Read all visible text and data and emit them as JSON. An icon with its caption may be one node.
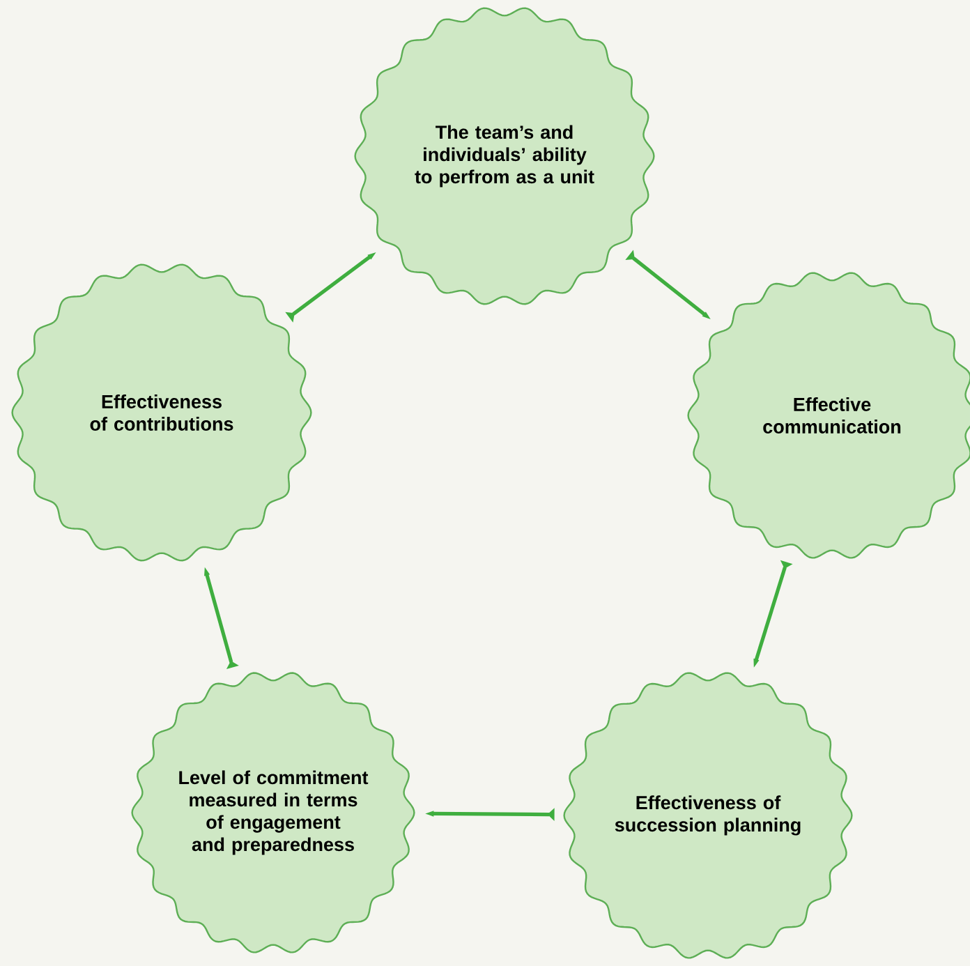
{
  "diagram": {
    "nodes": [
      {
        "text": [
          "The team’s and individuals’ ability to perfrom as a unit"
        ]
      },
      {
        "text": [
          "Effective communication"
        ]
      },
      {
        "text": [
          "Effectiveness of succession planning"
        ]
      },
      {
        "text": [
          "Level of commitment measured in terms of engagement and preparedness"
        ]
      },
      {
        "text": [
          "Effectiveness of contributions"
        ]
      }
    ],
    "edges": [
      {
        "from": 0,
        "to": 1,
        "arrow": "to"
      },
      {
        "from": 1,
        "to": 2,
        "arrow": "to"
      },
      {
        "from": 2,
        "to": 3,
        "arrow": "to"
      },
      {
        "from": 3,
        "to": 4,
        "arrow": "to"
      },
      {
        "from": 4,
        "to": 0,
        "arrow": "to"
      }
    ]
  }
}
